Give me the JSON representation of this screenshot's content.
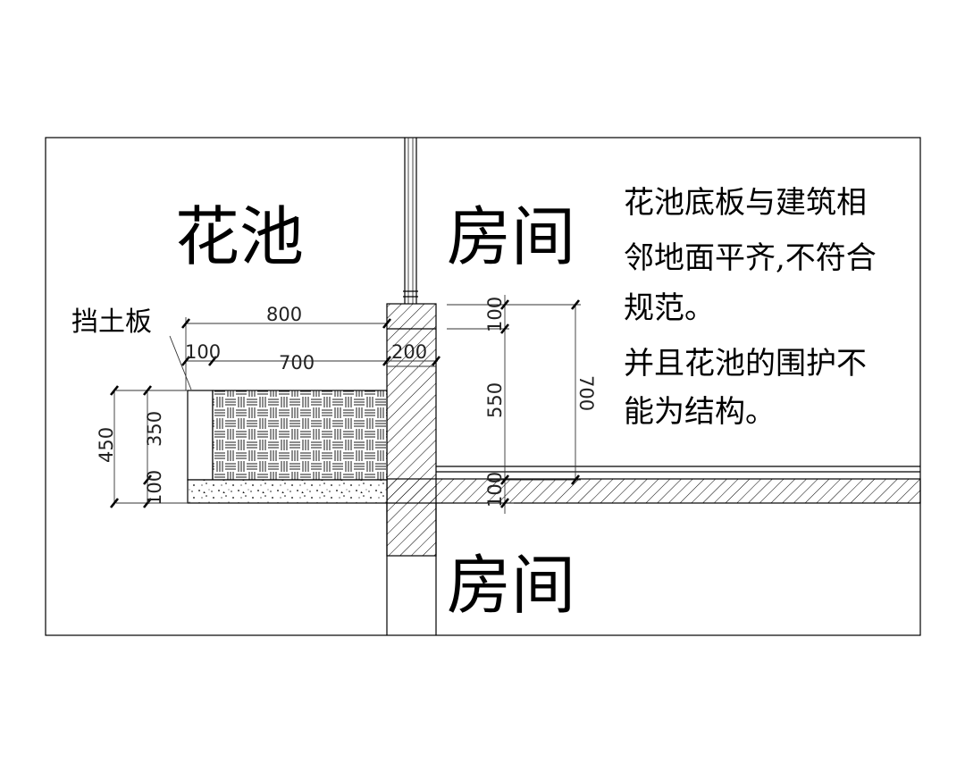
{
  "labels": {
    "planter": "花池",
    "room_upper": "房间",
    "room_lower": "房间",
    "retaining_board": "挡土板"
  },
  "note": {
    "line1": "花池底板与建筑相",
    "line2": "邻地面平齐,不符合",
    "line3": "规范。",
    "line4": "并且花池的围护不",
    "line5": "能为结构。"
  },
  "dimensions": {
    "total_width": "800",
    "wall_thickness_left": "100",
    "inner_width": "700",
    "wall_thickness_right": "200",
    "total_height_left": "450",
    "soil_depth": "350",
    "base_slab_left": "100",
    "top_step": "100",
    "room_height_part": "550",
    "slab_right": "100",
    "total_height_right": "700"
  }
}
